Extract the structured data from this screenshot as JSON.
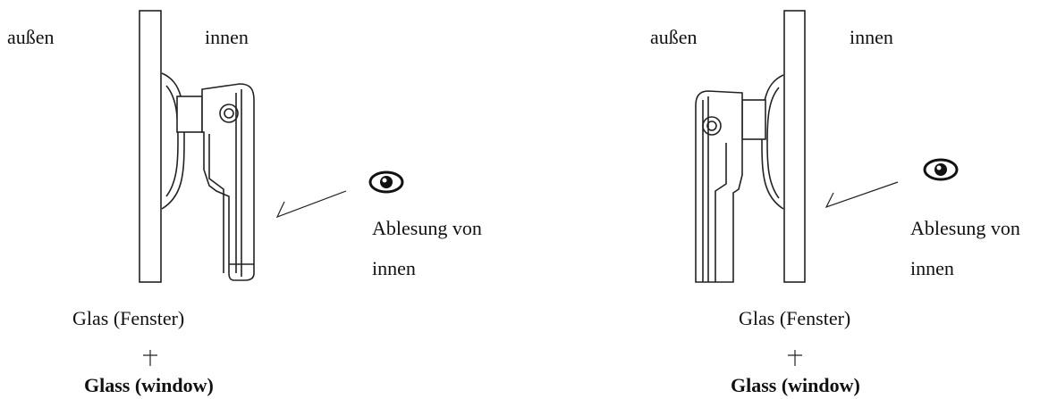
{
  "panels": [
    {
      "outside_label": "außen",
      "inside_label": "innen",
      "reading_label_line1": "Ablesung von",
      "reading_label_line2": "innen",
      "glass_label_de": "Glas (Fenster)",
      "glass_label_en": "Glass (window)"
    },
    {
      "outside_label": "außen",
      "inside_label": "innen",
      "reading_label_line1": "Ablesung von",
      "reading_label_line2": "innen",
      "glass_label_de": "Glas (Fenster)",
      "glass_label_en": "Glass (window)"
    }
  ],
  "icons": [
    "eye-icon",
    "eye-icon"
  ],
  "colors": {
    "line": "#222222",
    "background": "#ffffff"
  }
}
